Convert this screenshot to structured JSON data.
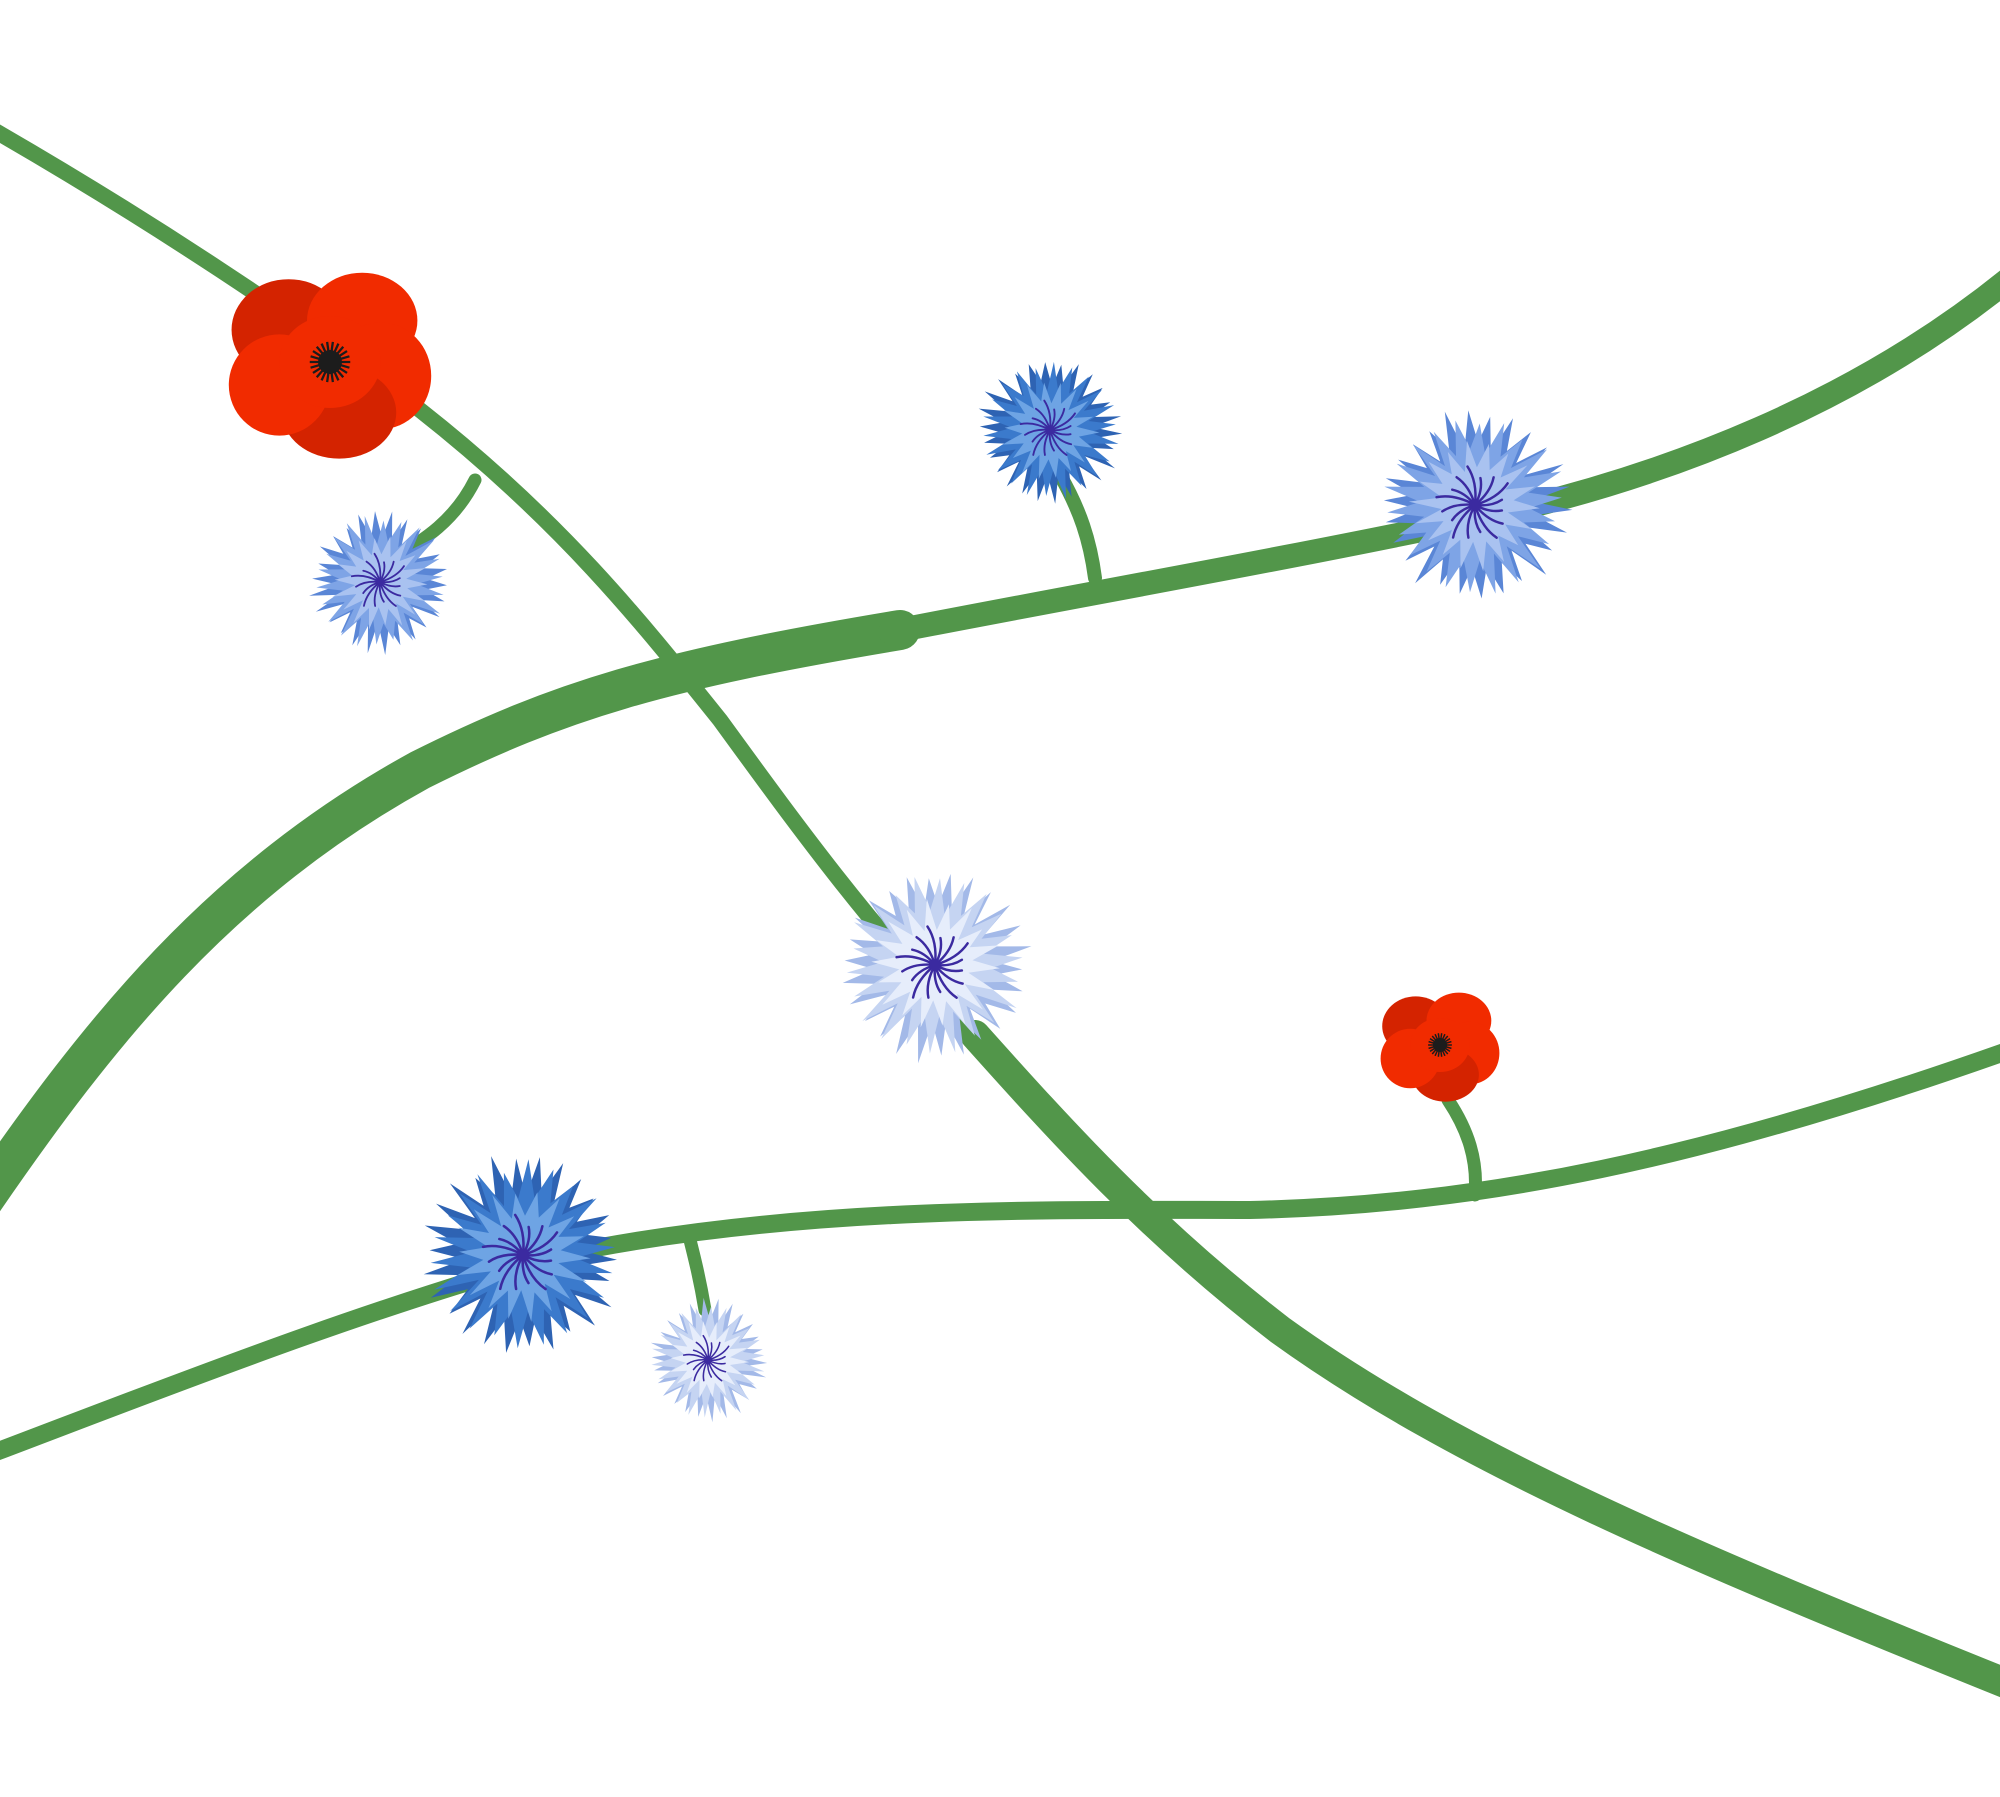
{
  "scene": {
    "background": "#ffffff",
    "stem_color": "#52964a",
    "poppy": {
      "outer": "#f12b00",
      "inner": "#d42300",
      "eye": "#1c1c1c"
    },
    "cornflower_palette": {
      "deep": {
        "outer": "#3b7acc",
        "inner": "#6ea4e4",
        "tip": "#2e63b3"
      },
      "mid": {
        "outer": "#7ea4e6",
        "inner": "#a9c2f0",
        "tip": "#5a86d6"
      },
      "pale": {
        "outer": "#c5d4f2",
        "inner": "#e6edfb",
        "tip": "#a3b9e8"
      },
      "stamen": "#3b2aa0"
    },
    "flowers": [
      {
        "name": "poppy-large",
        "kind": "poppy"
      },
      {
        "name": "poppy-small",
        "kind": "poppy"
      },
      {
        "name": "cornflower-top-left",
        "kind": "cornflower",
        "tone": "mid"
      },
      {
        "name": "cornflower-top-center",
        "kind": "cornflower",
        "tone": "deep"
      },
      {
        "name": "cornflower-top-right",
        "kind": "cornflower",
        "tone": "mid"
      },
      {
        "name": "cornflower-center",
        "kind": "cornflower",
        "tone": "pale"
      },
      {
        "name": "cornflower-bottom-left",
        "kind": "cornflower",
        "tone": "deep"
      },
      {
        "name": "cornflower-bottom-small",
        "kind": "cornflower",
        "tone": "pale"
      }
    ]
  }
}
